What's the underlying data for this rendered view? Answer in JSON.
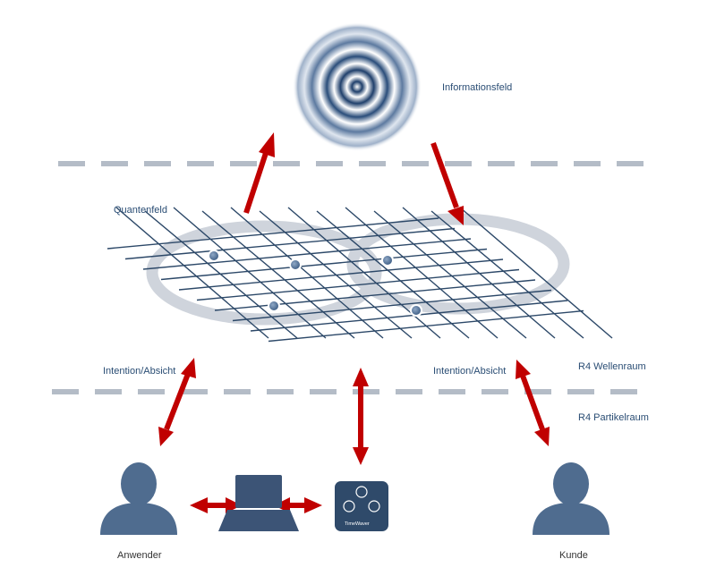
{
  "labels": {
    "informationsfeld": "Informationsfeld",
    "quantenfeld": "Quantenfeld",
    "intention_left": "Intention/Absicht",
    "intention_right": "Intention/Absicht",
    "wellenraum": "R4 Wellenraum",
    "partikelraum": "R4 Partikelraum",
    "anwender": "Anwender",
    "kunde": "Kunde",
    "device_logo": "TimeWaver"
  },
  "colors": {
    "arrow": "#c00000",
    "dash": "#b4bcc7",
    "person": "#4f6c8f",
    "grid": "#2c4868",
    "ellipse": "#cfd4dc",
    "node": "#45648a",
    "laptop": "#3c5476",
    "device": "#2f4a6a",
    "label_blue": "#2a4d74"
  },
  "icons": [
    "concentric-rings-icon",
    "person-icon",
    "laptop-icon",
    "device-icon"
  ]
}
